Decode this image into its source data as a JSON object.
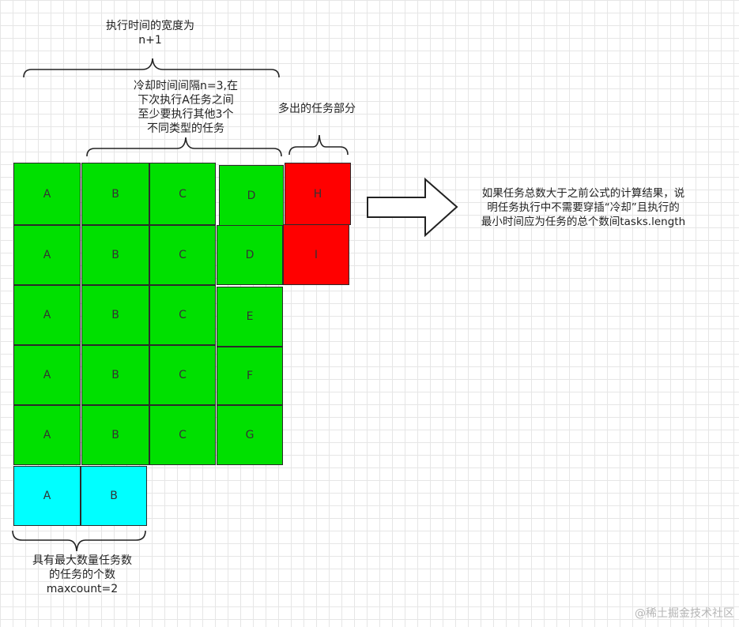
{
  "annotations": {
    "top_width_line1": "执行时间的宽度为",
    "top_width_line2": "n+1",
    "cooldown_line1": "冷却时间间隔n=3,在",
    "cooldown_line2": "下次执行A任务之间",
    "cooldown_line3": "至少要执行其他3个",
    "cooldown_line4": "不同类型的任务",
    "extra_tasks": "多出的任务部分",
    "right_line1": "如果任务总数大于之前公式的计算结果，说",
    "right_line2": "明任务执行中不需要穿插“冷却”且执行的",
    "right_line3": "最小时间应为任务的总个数间tasks.length",
    "bottom_line1": "具有最大数量任务数",
    "bottom_line2": "的任务的个数",
    "bottom_line3": "maxcount=2"
  },
  "cells": {
    "r1": [
      "A",
      "B",
      "C",
      "D",
      "H"
    ],
    "r2": [
      "A",
      "B",
      "C",
      "D",
      "I"
    ],
    "r3": [
      "A",
      "B",
      "C",
      "E"
    ],
    "r4": [
      "A",
      "B",
      "C",
      "F"
    ],
    "r5": [
      "A",
      "B",
      "C",
      "G"
    ],
    "r6": [
      "A",
      "B"
    ]
  },
  "colors": {
    "task": "#00e000",
    "extra": "#ff0000",
    "max_count_row": "#00ffff"
  },
  "watermark": "@稀土掘金技术社区"
}
